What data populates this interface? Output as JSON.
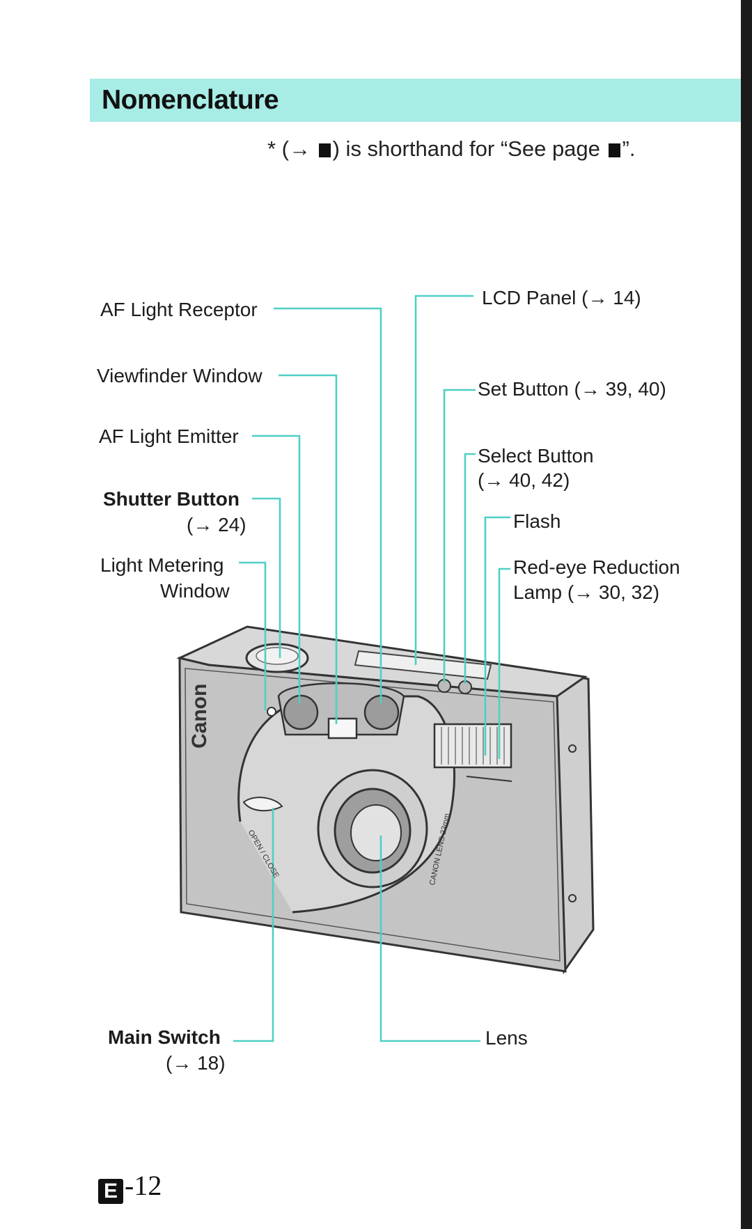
{
  "header": {
    "title": "Nomenclature",
    "shorthand_prefix": "* (→ ",
    "shorthand_suffix": ") is shorthand for “See page ",
    "shorthand_end": "”."
  },
  "labels": {
    "af_light_receptor": "AF Light Receptor",
    "viewfinder_window": "Viewfinder Window",
    "af_light_emitter": "AF Light Emitter",
    "shutter_button": "Shutter Button",
    "shutter_button_ref": "(→ 24)",
    "light_metering_line1": "Light Metering",
    "light_metering_line2": "Window",
    "lcd_panel": "LCD Panel (→ 14)",
    "set_button": "Set Button (→ 39, 40)",
    "select_button": "Select Button",
    "select_button_ref": "(→ 40, 42)",
    "flash": "Flash",
    "red_eye_line1": "Red-eye Reduction",
    "red_eye_line2": "Lamp (→ 30, 32)",
    "main_switch": "Main Switch",
    "main_switch_ref": "(→ 18)",
    "lens": "Lens"
  },
  "camera": {
    "brand": "Canon",
    "lens_ring_text": "CANON LENS 23mm",
    "switch_text": "OPEN / CLOSE"
  },
  "footer": {
    "badge": "E",
    "page_number": "-12"
  },
  "colors": {
    "title_band": "#a8ece6",
    "leader_lines": "#4fd0c5"
  }
}
